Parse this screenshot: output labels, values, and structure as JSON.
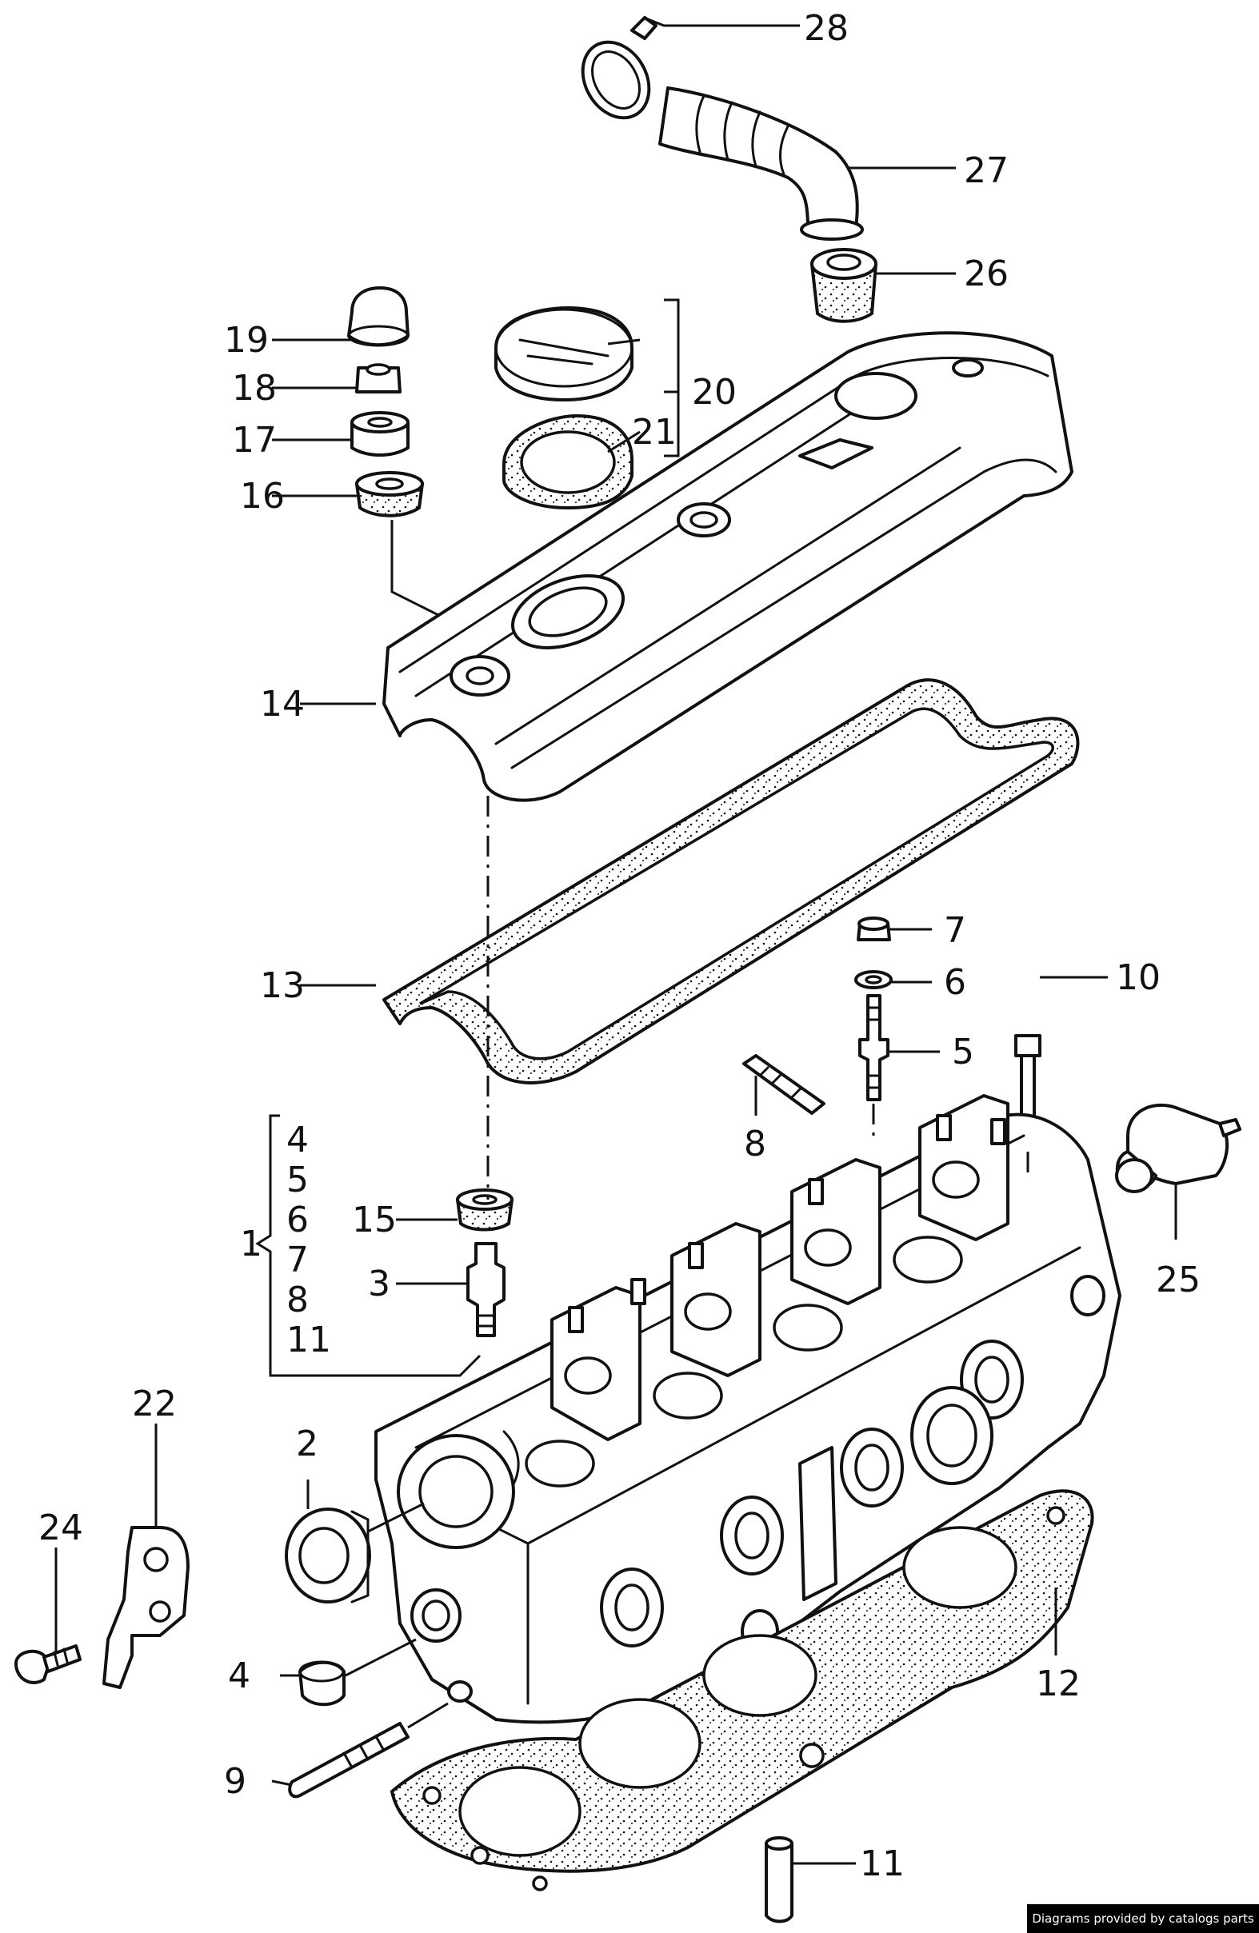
{
  "diagram": {
    "callouts": {
      "c1": "1",
      "c2": "2",
      "c3": "3",
      "c4": "4",
      "c5": "5",
      "c6": "6",
      "c7": "7",
      "c8": "8",
      "c9": "9",
      "c10": "10",
      "c11": "11",
      "c12": "12",
      "c13": "13",
      "c14": "14",
      "c15": "15",
      "c16": "16",
      "c17": "17",
      "c18": "18",
      "c19": "19",
      "c20": "20",
      "c21": "21",
      "c22": "22",
      "c24": "24",
      "c25": "25",
      "c26": "26",
      "c27": "27",
      "c28": "28"
    },
    "group_1_members": [
      "4",
      "5",
      "6",
      "7",
      "8",
      "11"
    ]
  },
  "credit": "Diagrams provided by catalogs parts"
}
